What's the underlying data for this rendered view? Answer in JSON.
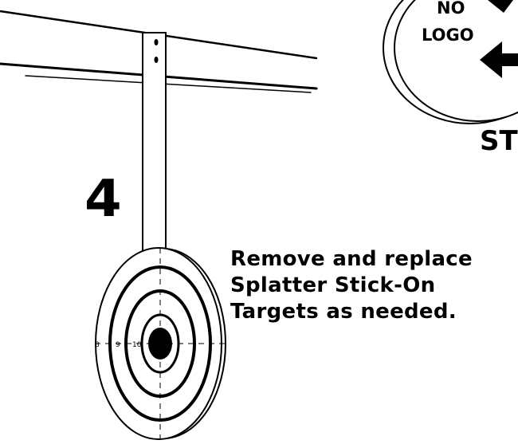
{
  "diagram": {
    "step_number": "4",
    "instruction_lines": [
      "Remove and replace",
      "Splatter Stick-On",
      "Targets as needed."
    ],
    "logo_badge": {
      "line1": "NO",
      "line2": "LOGO"
    },
    "partial_label": "ST",
    "ring_labels": [
      "8",
      "9",
      "10"
    ]
  }
}
